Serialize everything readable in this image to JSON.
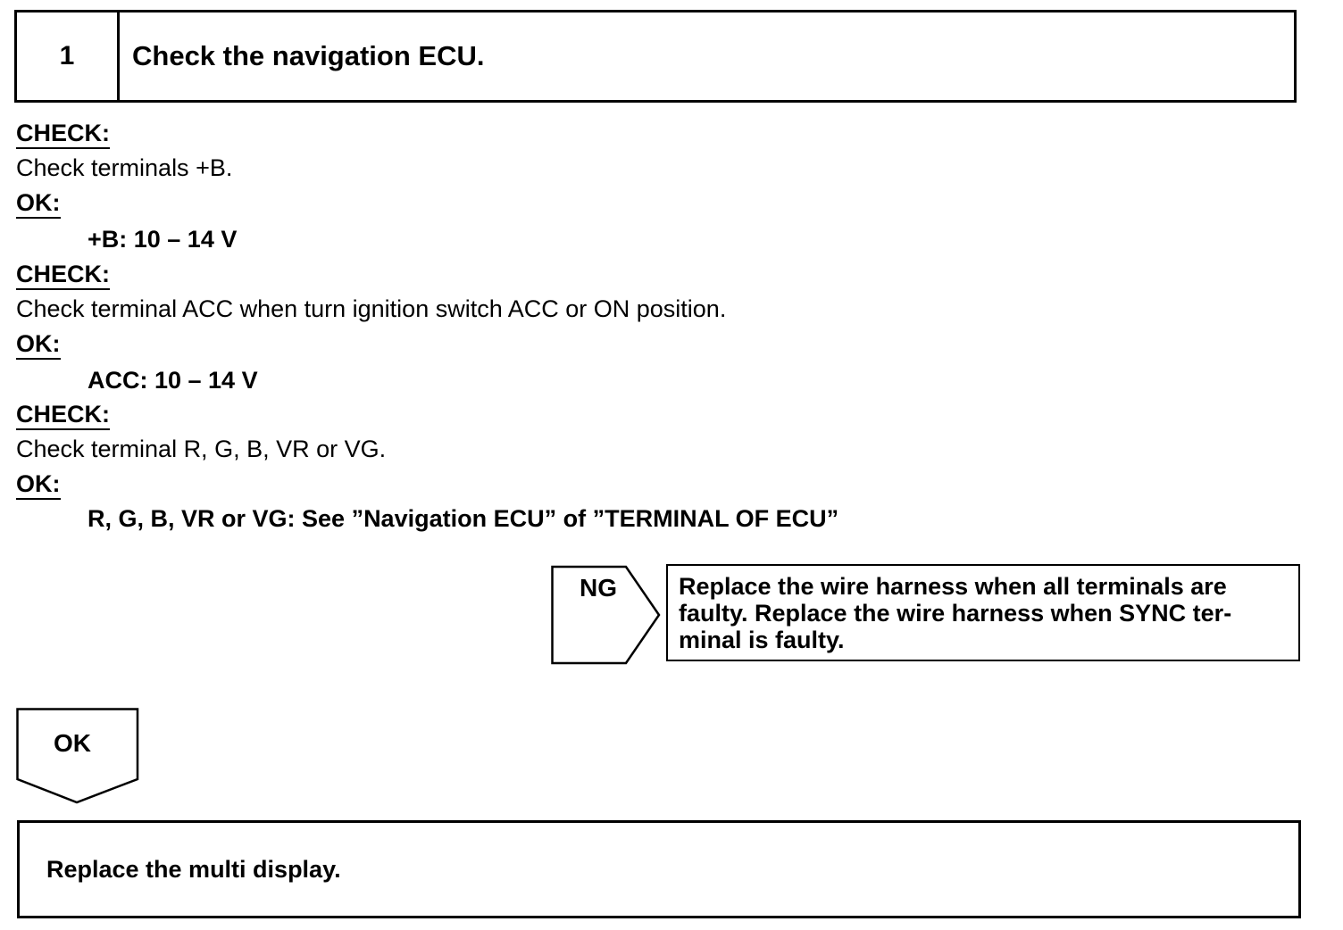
{
  "step": {
    "number": "1",
    "title": "Check the navigation ECU."
  },
  "checks": [
    {
      "check_label": "CHECK:",
      "check_text": "Check terminals +B.",
      "ok_label": "OK:",
      "spec": "+B: 10 – 14 V"
    },
    {
      "check_label": "CHECK:",
      "check_text": "Check terminal ACC when turn ignition switch ACC or ON position.",
      "ok_label": "OK:",
      "spec": "ACC: 10 – 14 V"
    },
    {
      "check_label": "CHECK:",
      "check_text": "Check terminal R, G, B, VR or VG.",
      "ok_label": "OK:",
      "spec": "R, G, B, VR or VG: See ”Navigation ECU” of ”TERMINAL OF ECU”"
    }
  ],
  "ng_branch": {
    "label": "NG",
    "result_lines": [
      "Replace the wire harness when all terminals are",
      "faulty. Replace the wire harness when SYNC ter-",
      "minal is faulty."
    ]
  },
  "ok_branch": {
    "label": "OK",
    "result": "Replace the multi display."
  }
}
